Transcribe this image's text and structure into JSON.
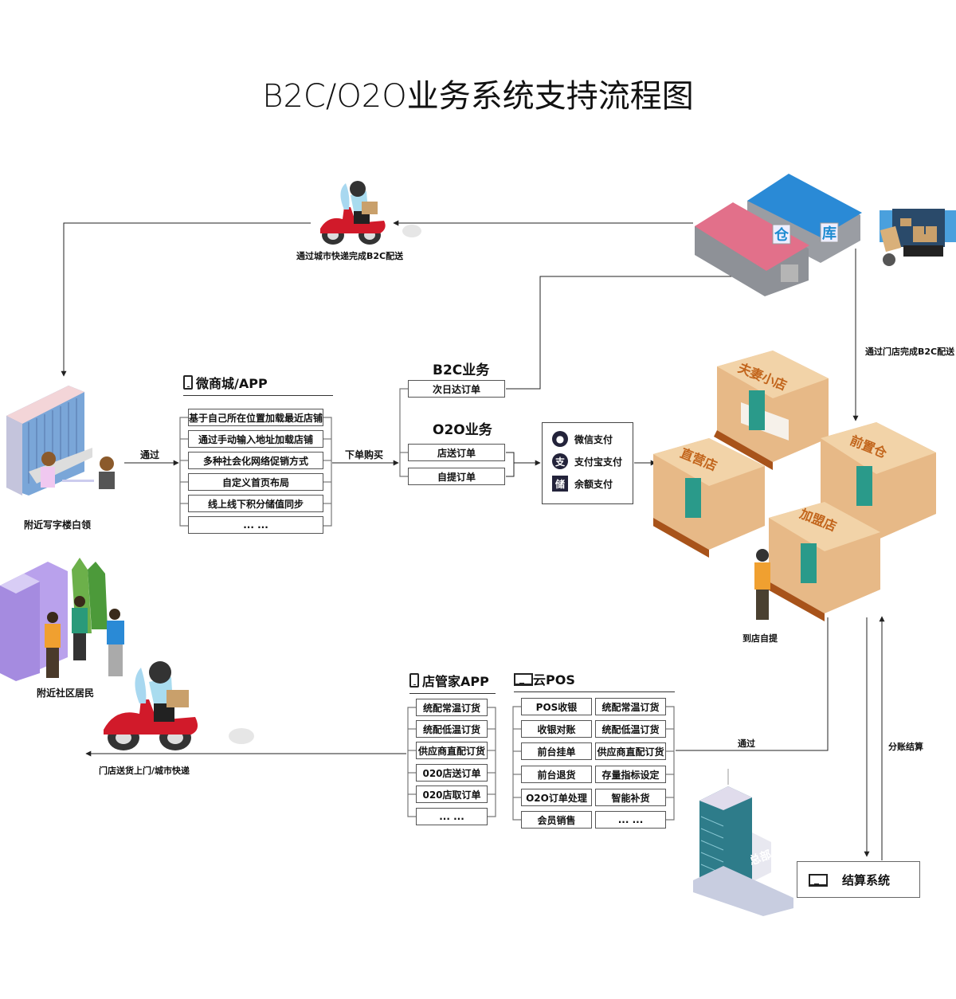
{
  "title": "B2C/O2O业务系统支持流程图",
  "labels": {
    "office": "附近写字楼白领",
    "community": "附近社区居民",
    "via_left": "通过",
    "order_buy": "下单购买",
    "courier_top": "通过城市快递完成B2C配送",
    "store_delivery": "通过门店完成B2C配送",
    "pickup": "到店自提",
    "via_bottom": "通过",
    "split_settle": "分账结算",
    "home_delivery": "门店送货上门/城市快递"
  },
  "mall": {
    "title": "微商城/APP",
    "icon": "phone-icon",
    "items": [
      "基于自己所在位置加载最近店铺",
      "通过手动输入地址加载店铺",
      "多种社会化网络促销方式",
      "自定义首页布局",
      "线上线下积分储值同步",
      "... ..."
    ]
  },
  "b2c": {
    "title": "B2C业务",
    "items": [
      "次日达订单"
    ]
  },
  "o2o": {
    "title": "O2O业务",
    "items": [
      "店送订单",
      "自提订单"
    ]
  },
  "payment": {
    "items": [
      {
        "icon": "wechat-pay-icon",
        "glyph": "●",
        "label": "微信支付"
      },
      {
        "icon": "alipay-icon",
        "glyph": "支",
        "label": "支付宝支付"
      },
      {
        "icon": "balance-icon",
        "glyph": "储",
        "label": "余额支付"
      }
    ]
  },
  "warehouse": {
    "left_sign": "仓",
    "right_sign": "库"
  },
  "stores": [
    "夫妻小店",
    "直营店",
    "前置仓",
    "加盟店"
  ],
  "hq": {
    "sign": "总部"
  },
  "store_app": {
    "title": "店管家APP",
    "icon": "phone-icon",
    "items": [
      "统配常温订货",
      "统配低温订货",
      "供应商直配订货",
      "020店送订单",
      "020店取订单",
      "... ..."
    ]
  },
  "cloud_pos": {
    "title": "云POS",
    "icon": "monitor-icon",
    "left": [
      "POS收银",
      "收银对账",
      "前台挂单",
      "前台退货",
      "O2O订单处理",
      "会员销售"
    ],
    "right": [
      "统配常温订货",
      "统配低温订货",
      "供应商直配订货",
      "存量指标设定",
      "智能补货",
      "... ..."
    ]
  },
  "settlement": {
    "icon": "monitor-icon",
    "label": "结算系统"
  },
  "colors": {
    "line": "#222222",
    "box_border": "#555555",
    "store_wood": "#e7b987",
    "store_sign": "#c2651c",
    "warehouse_blue": "#2a8ad6",
    "warehouse_pink": "#e2708a",
    "scooter_red": "#d11a2a"
  }
}
